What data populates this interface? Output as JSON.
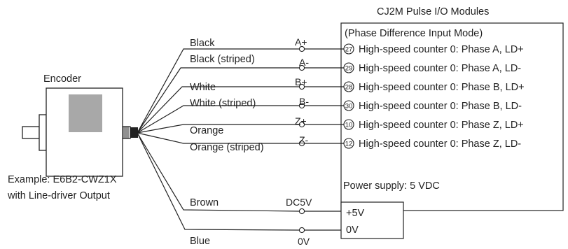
{
  "module_title": "CJ2M Pulse I/O Modules",
  "module_mode": "(Phase Difference Input Mode)",
  "encoder_label": "Encoder",
  "encoder_example": "Example: E6B2-CWZ1X",
  "encoder_output": "with Line-driver Output",
  "power_label": "Power supply: 5 VDC",
  "power_terminals": [
    "+5V",
    "0V"
  ],
  "signal_wires": [
    {
      "color": "Black",
      "signal": "A+",
      "terminal": "27",
      "function": "High-speed counter 0: Phase A, LD+"
    },
    {
      "color": "Black (striped)",
      "signal": "A-",
      "terminal": "29",
      "function": "High-speed counter 0: Phase A, LD-"
    },
    {
      "color": "White",
      "signal": "B+",
      "terminal": "28",
      "function": "High-speed counter 0: Phase B, LD+"
    },
    {
      "color": "White (striped)",
      "signal": "B-",
      "terminal": "30",
      "function": "High-speed counter 0: Phase B, LD-"
    },
    {
      "color": "Orange",
      "signal": "Z+",
      "terminal": "10",
      "function": "High-speed counter 0: Phase Z, LD+"
    },
    {
      "color": "Orange (striped)",
      "signal": "Z-",
      "terminal": "12",
      "function": "High-speed counter 0: Phase Z, LD-"
    }
  ],
  "power_wires": [
    {
      "color": "Brown",
      "signal": "DC5V"
    },
    {
      "color": "Blue",
      "signal": "0V"
    }
  ]
}
